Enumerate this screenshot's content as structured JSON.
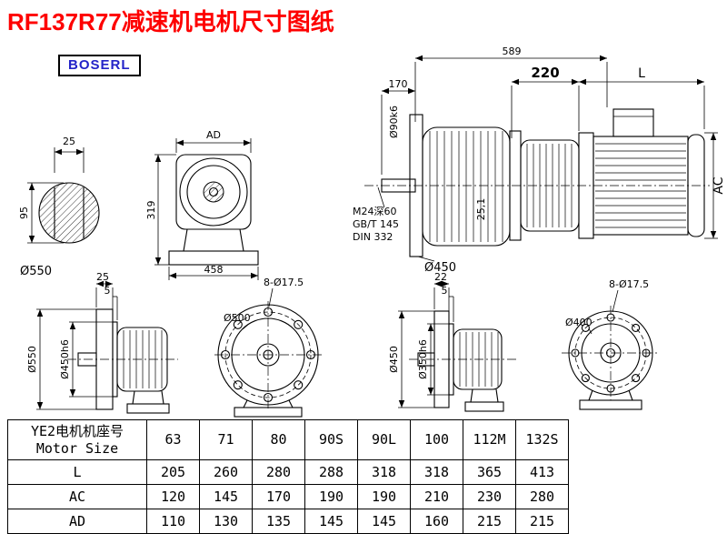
{
  "page": {
    "title": "RF137R77减速机电机尺寸图纸",
    "brand": "BOSERL",
    "colors": {
      "title": "#fe0000",
      "brand": "#2323c8",
      "line": "#000000"
    }
  },
  "views": {
    "shaft_section": {
      "key_width": "25",
      "height": "95",
      "dia_label": "Ø550"
    },
    "front_view": {
      "width_top": "AD",
      "height_left": "319",
      "width_bottom": "458"
    },
    "main_view": {
      "total_len": "589",
      "shaft_len": "170",
      "adapter_len": "220",
      "motor_len": "L",
      "motor_height": "AC",
      "shaft_dia": "Ø90k6",
      "tap": "M24深60",
      "std1": "GB/T 145",
      "std2": "DIN 332",
      "flange_dia": "Ø450",
      "key_pos": "25,1"
    },
    "side_large": {
      "flange_thk": "25",
      "spigot_len": "5",
      "outer_dia": "Ø550",
      "spigot_dia": "Ø450h6"
    },
    "front_large": {
      "bolt_holes": "8-Ø17.5",
      "recess_dia": "Ø500"
    },
    "side_small": {
      "flange_thk": "22",
      "spigot_len": "5",
      "outer_dia": "Ø450",
      "spigot_dia": "Ø350h6"
    },
    "front_small": {
      "bolt_holes": "8-Ø17.5",
      "recess_dia": "Ø400"
    }
  },
  "table": {
    "header": {
      "line1": "YE2电机机座号",
      "line2": "Motor Size"
    },
    "motor_sizes": [
      "63",
      "71",
      "80",
      "90S",
      "90L",
      "100",
      "112M",
      "132S"
    ],
    "rows": [
      {
        "label": "L",
        "values": [
          "205",
          "260",
          "280",
          "288",
          "318",
          "318",
          "365",
          "413"
        ]
      },
      {
        "label": "AC",
        "values": [
          "120",
          "145",
          "170",
          "190",
          "190",
          "210",
          "230",
          "280"
        ]
      },
      {
        "label": "AD",
        "values": [
          "110",
          "130",
          "135",
          "145",
          "145",
          "160",
          "215",
          "215"
        ]
      }
    ]
  }
}
